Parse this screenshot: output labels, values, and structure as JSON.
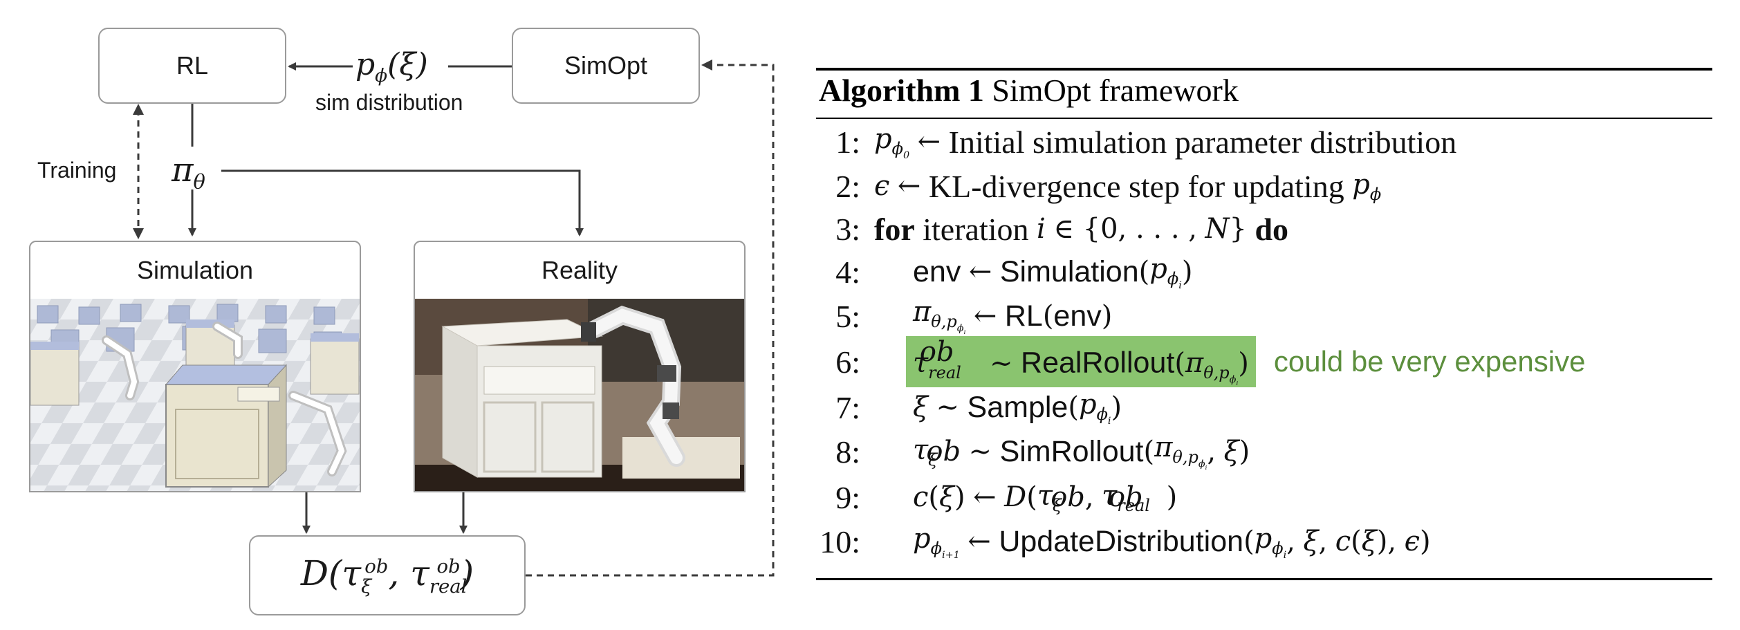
{
  "diagram": {
    "rl_label": "RL",
    "simopt_label": "SimOpt",
    "sim_dist_symbol": "pϕ(ξ)",
    "sim_dist_label": "sim distribution",
    "training_label": "Training",
    "policy_symbol": "πθ",
    "simulation_title": "Simulation",
    "reality_title": "Reality",
    "discrepancy_formula": "D(τξob, τrealob)"
  },
  "algorithm": {
    "title_bold": "Algorithm 1",
    "title_rest": "SimOpt framework",
    "lines": [
      {
        "n": "1:"
      },
      {
        "n": "2:"
      },
      {
        "n": "3:"
      },
      {
        "n": "4:"
      },
      {
        "n": "5:"
      },
      {
        "n": "6:",
        "note": "could be very expensive"
      },
      {
        "n": "7:"
      },
      {
        "n": "8:"
      },
      {
        "n": "9:"
      },
      {
        "n": "10:"
      }
    ],
    "text": {
      "l1": "Initial simulation parameter distribution",
      "l2": "KL-divergence step for updating",
      "l3_for": "for",
      "l3_mid": "iteration",
      "l3_do": "do",
      "env": "env",
      "simulation": "Simulation",
      "rl": "RL",
      "realrollout": "RealRollout",
      "sample": "Sample",
      "simrollout": "SimRollout",
      "update": "UpdateDistribution"
    }
  },
  "colors": {
    "highlight": "#8ac46f",
    "note_green": "#5c8f3d",
    "box_border": "#9a9a9a",
    "arrow": "#3a3a3a"
  }
}
